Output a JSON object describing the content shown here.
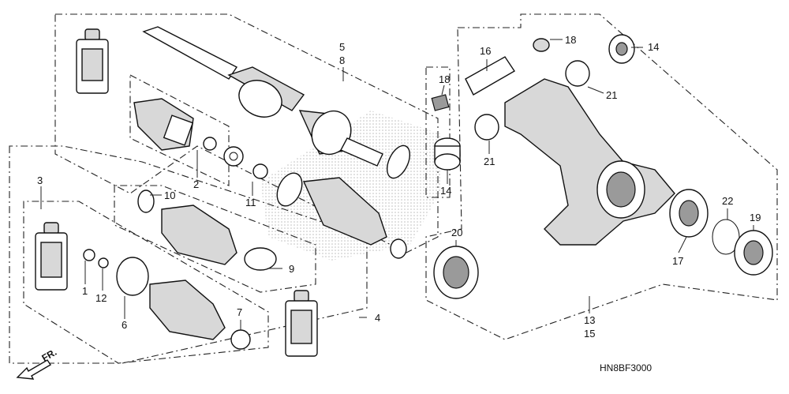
{
  "diagram": {
    "callouts": [
      "1",
      "2",
      "3",
      "4",
      "5",
      "8",
      "6",
      "7",
      "9",
      "10",
      "11",
      "12",
      "13",
      "15",
      "14",
      "14",
      "16",
      "17",
      "18",
      "18",
      "19",
      "20",
      "21",
      "21",
      "22"
    ],
    "direction_label": "FR.",
    "drawing_code": "HN8BF3000"
  }
}
